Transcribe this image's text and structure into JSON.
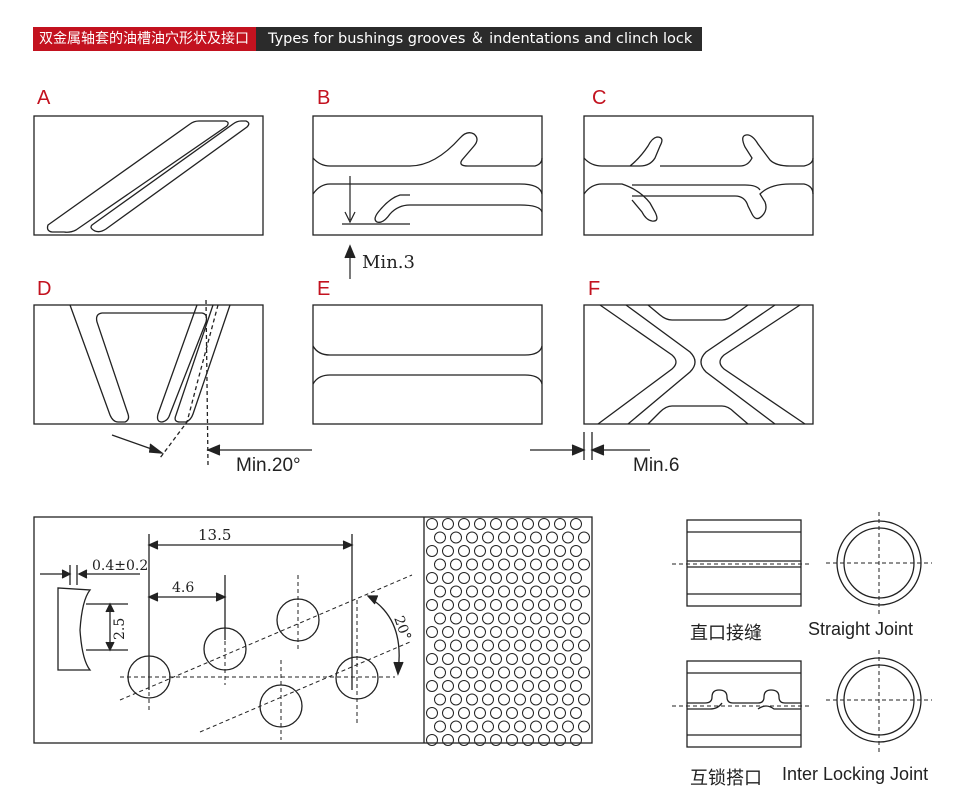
{
  "banner": {
    "cn": "双金属轴套的油槽油穴形状及接口",
    "en": "Types for bushings grooves ＆ indentations and clinch lock"
  },
  "panels": {
    "a": "A",
    "b": "B",
    "c": "C",
    "d": "D",
    "e": "E",
    "f": "F"
  },
  "dimensions": {
    "min3": "Min.3",
    "min20": "Min.20°",
    "min6": "Min.6",
    "d13_5": "13.5",
    "d0_4": "0.4±0.2",
    "d4_6": "4.6",
    "d2_5": "2.5",
    "d20": "20°"
  },
  "joints": {
    "straight_cn": "直口接缝",
    "straight_en": "Straight Joint",
    "interlock_cn": "互锁搭口",
    "interlock_en": "Inter Locking Joint"
  },
  "colors": {
    "accent": "#c3121f",
    "dark": "#2b2b2b"
  }
}
